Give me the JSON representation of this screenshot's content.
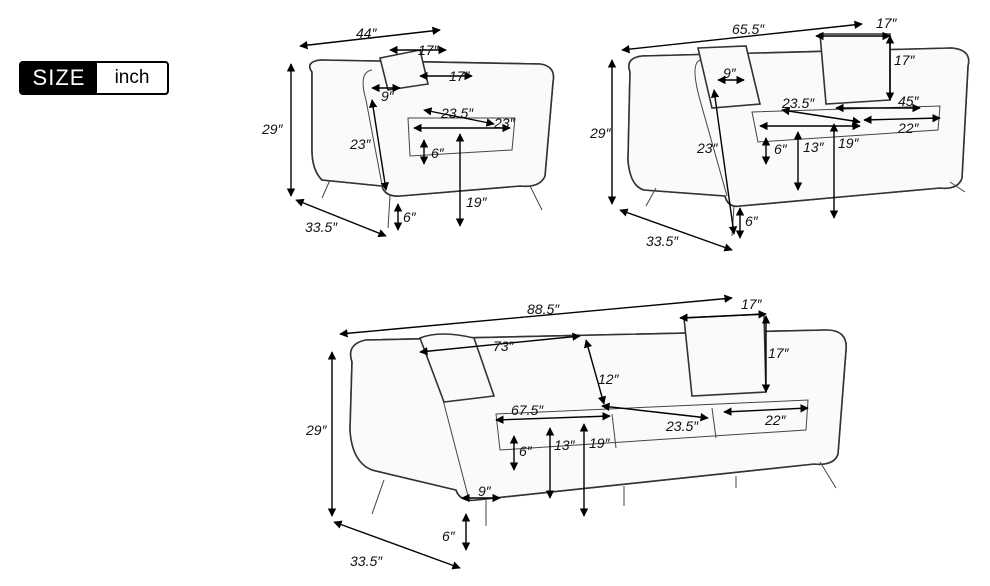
{
  "size_badge": {
    "label": "SIZE",
    "unit": "inch"
  },
  "chair": {
    "width": "44″",
    "height": "29″",
    "depth": "33.5″",
    "pillow_height": "17″",
    "pillow_width": "17″",
    "arm_width": "9″",
    "seat_depth": "23.5″",
    "seat_width": "23″",
    "back_height": "23″",
    "cushion_thick": "6″",
    "seat_height": "19″",
    "leg_height": "6″"
  },
  "loveseat": {
    "width": "65.5″",
    "pillow_width": "17″",
    "pillow_height": "17″",
    "arm_width": "9″",
    "height": "29″",
    "seat_depth": "23.5″",
    "inner_width": "45″",
    "cushion_width": "22″",
    "back_height": "23″",
    "cushion_thick": "6″",
    "arm_height": "13″",
    "seat_height": "19″",
    "depth": "33.5″",
    "leg_height": "6″"
  },
  "sofa": {
    "width": "88.5″",
    "pillow_width": "17″",
    "back_width": "73″",
    "pillow_height": "17″",
    "back_height": "12″",
    "height": "29″",
    "inner_width": "67.5″",
    "seat_depth": "23.5″",
    "cushion_width": "22″",
    "cushion_thick": "6″",
    "arm_height": "13″",
    "seat_height": "19″",
    "arm_width": "9″",
    "leg_height": "6″",
    "depth": "33.5″"
  }
}
